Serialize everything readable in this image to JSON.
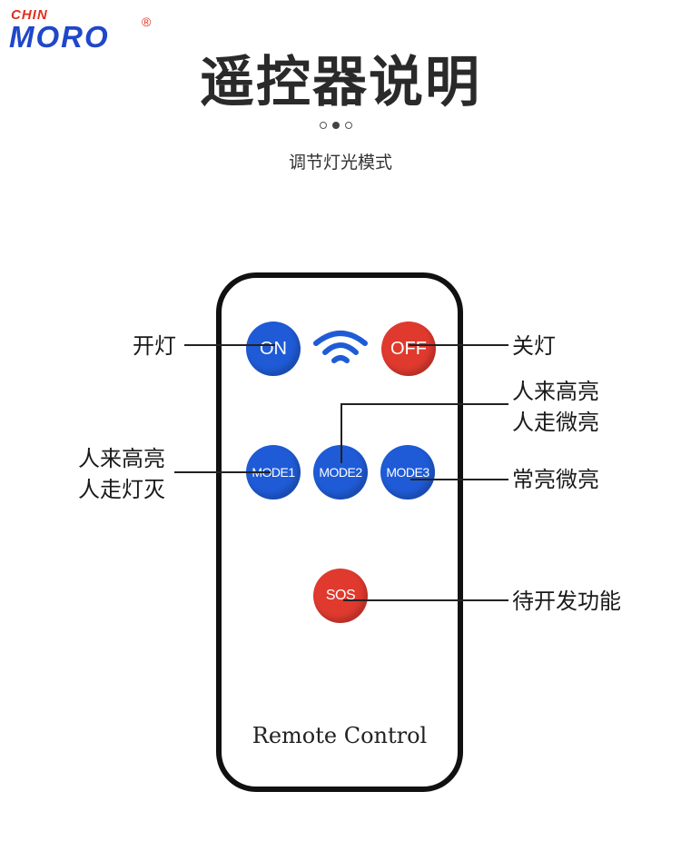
{
  "logo": {
    "top": "CHIN",
    "main": "MORO",
    "reg": "®"
  },
  "title": "遥控器说明",
  "subtitle": "调节灯光模式",
  "pager": {
    "count": 3,
    "active": 1
  },
  "remote": {
    "label": "Remote Control",
    "buttons": {
      "on": "ON",
      "off": "OFF",
      "mode1": "MODE1",
      "mode2": "MODE2",
      "mode3": "MODE3",
      "sos": "SOS"
    },
    "colors": {
      "blue": "#1f5bd6",
      "red": "#e03a2f"
    }
  },
  "callouts": {
    "on": "开灯",
    "off": "关灯",
    "mode2": [
      "人来高亮",
      "人走微亮"
    ],
    "mode1": [
      "人来高亮",
      "人走灯灭"
    ],
    "mode3": "常亮微亮",
    "sos": "待开发功能"
  },
  "icons": {
    "signal": "wifi-signal-icon"
  }
}
